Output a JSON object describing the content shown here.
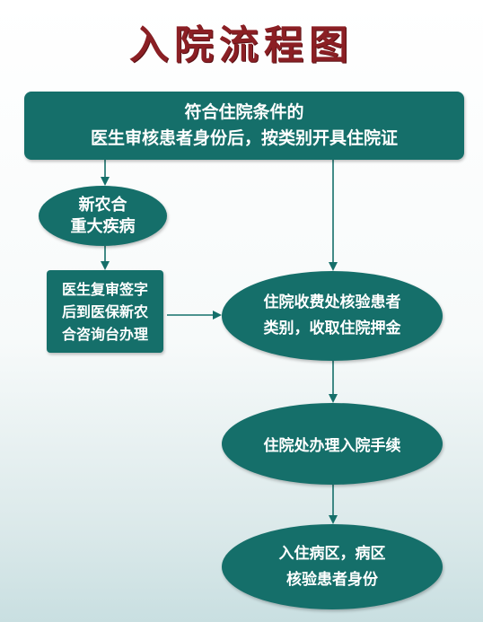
{
  "title": "入院流程图",
  "colors": {
    "node_fill": "#156f6a",
    "title": "#8b1f24",
    "arrow": "#156f6a"
  },
  "nodes": {
    "qualify": {
      "line1": "符合住院条件的",
      "line2": "医生审核患者身份后，按类别开具住院证"
    },
    "ncms": {
      "line1": "新农合",
      "line2": "重大疾病"
    },
    "sign": {
      "line1": "医生复审签字",
      "line2": "后到医保新农",
      "line3": "合咨询台办理"
    },
    "cashier": {
      "line1": "住院收费处核验患者",
      "line2": "类别，收取住院押金"
    },
    "admit": {
      "line1": "住院处办理入院手续"
    },
    "ward": {
      "line1": "入住病区，病区",
      "line2": "核验患者身份"
    }
  },
  "edges": [
    {
      "from": "qualify",
      "to": "ncms"
    },
    {
      "from": "qualify",
      "to": "cashier"
    },
    {
      "from": "ncms",
      "to": "sign"
    },
    {
      "from": "sign",
      "to": "cashier"
    },
    {
      "from": "cashier",
      "to": "admit"
    },
    {
      "from": "admit",
      "to": "ward"
    }
  ]
}
